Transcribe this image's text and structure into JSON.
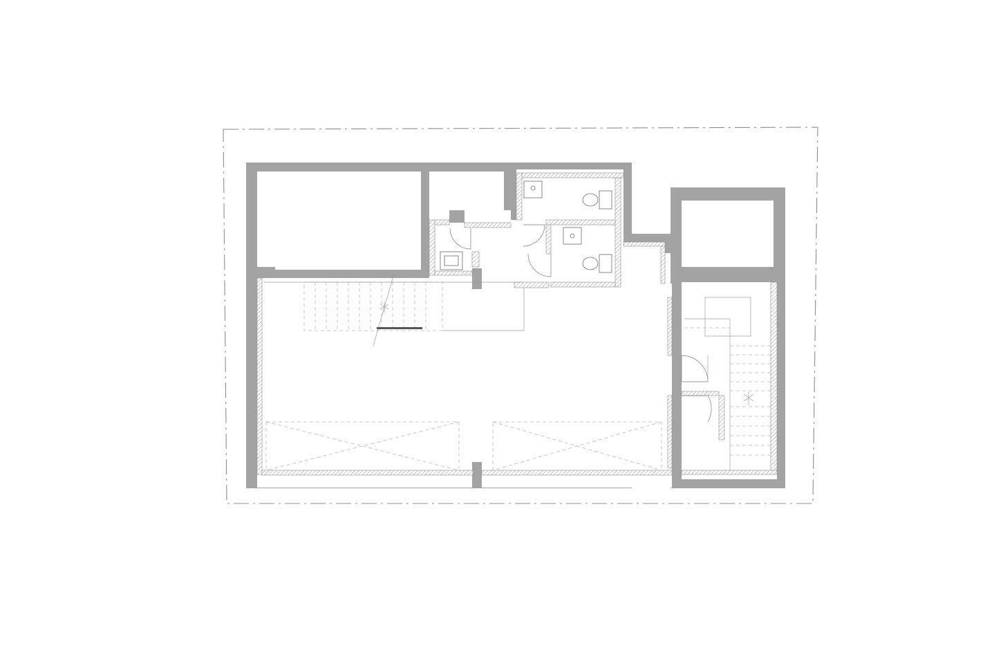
{
  "diagram": {
    "type": "architectural floor plan",
    "colors": {
      "wall": "#a3a3a3",
      "line": "#8a8a8a",
      "background": "#ffffff"
    },
    "elements": [
      "property-boundary",
      "exterior-walls",
      "storage-room-left",
      "storage-room-small",
      "restroom-upper",
      "restroom-lower",
      "washroom-small",
      "main-hall",
      "stair-left",
      "stair-right",
      "shaft-room-right",
      "doors",
      "fixtures"
    ]
  }
}
